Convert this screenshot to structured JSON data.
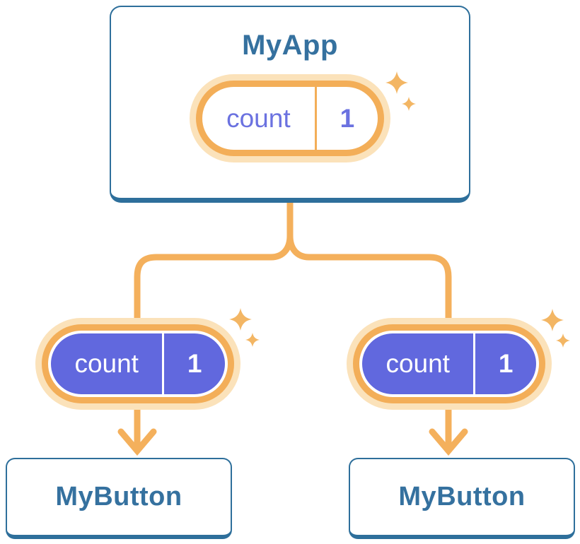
{
  "colors": {
    "card_border_blue": "#2E6F9B",
    "heading_blue": "#35719F",
    "connector_orange": "#F4B05C",
    "pill_ring_orange": "#F3AE58",
    "pill_halo_orange": "#FBE2BA",
    "sparkle_orange": "#F3B664",
    "state_purple": "#6168DE",
    "state_text_purple": "#6B72E0",
    "card_fill": "#ffffff"
  },
  "icons": {
    "sparkle": "four-point-star",
    "arrow": "down-arrow"
  },
  "root": {
    "title": "MyApp",
    "state": {
      "name": "count",
      "value": "1"
    }
  },
  "children": [
    {
      "title": "MyButton",
      "state": {
        "name": "count",
        "value": "1"
      }
    },
    {
      "title": "MyButton",
      "state": {
        "name": "count",
        "value": "1"
      }
    }
  ]
}
